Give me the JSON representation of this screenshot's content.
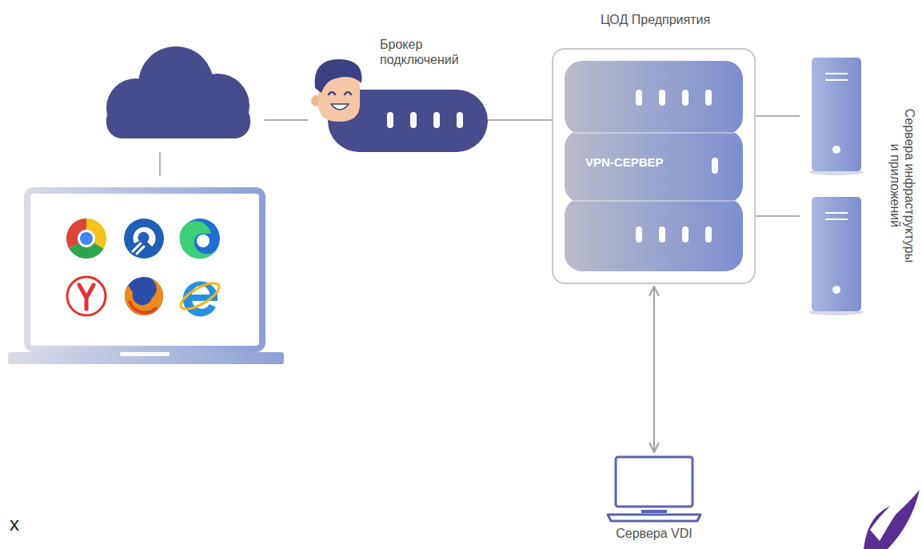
{
  "diagram": {
    "nodes": [
      {
        "text": [
          "Брокер подключений"
        ]
      },
      {
        "text": [
          "ЦОД Предприятия"
        ]
      },
      {
        "text": [
          "VPN-СЕРВЕР"
        ],
        "in": 1
      },
      {
        "text": [
          "Сервера VDI"
        ]
      }
    ],
    "edges": [
      {
        "from": 0,
        "to": 1,
        "arrow": "none"
      },
      {
        "from": 1,
        "to": 3,
        "arrow": "both"
      }
    ],
    "labels": [
      "Сервера инфраструктуры и приложений",
      "x"
    ]
  }
}
